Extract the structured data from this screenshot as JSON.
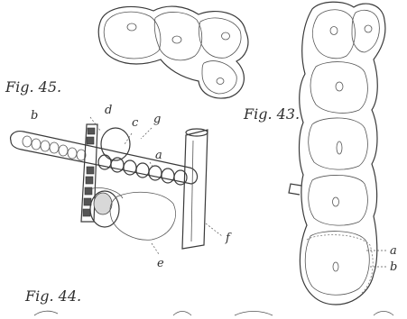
{
  "figures": {
    "fig43": {
      "caption": "Fig. 43.",
      "labels": {
        "a": "a",
        "b": "b"
      }
    },
    "fig44": {
      "caption": "Fig. 44."
    },
    "fig45": {
      "caption": "Fig. 45.",
      "labels": {
        "b": "b",
        "d": "d",
        "c": "c",
        "g": "g",
        "a": "a",
        "f": "f",
        "e": "e"
      }
    }
  },
  "colors": {
    "ink": "#3a3a3a",
    "paper": "#ffffff"
  }
}
